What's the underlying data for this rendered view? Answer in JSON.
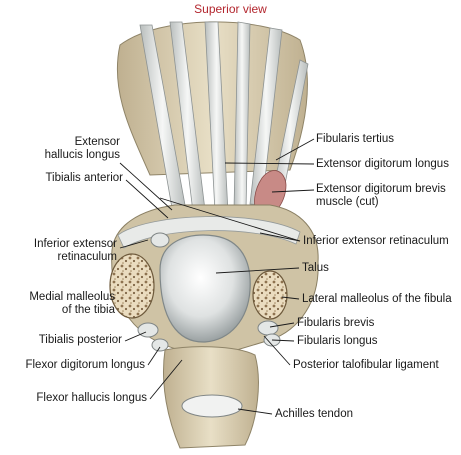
{
  "figure": {
    "view_title": "Superior view",
    "colors": {
      "bone": "#ddd3b8",
      "bone_shadow": "#b3a586",
      "tendon": "#eef0ee",
      "tendon_shadow": "#a8aeae",
      "muscle": "#c88a86",
      "cancellous": "#e9dcc0",
      "title": "#b3262e",
      "leader": "#1a1a1a"
    },
    "labels": {
      "extensor_hallucis_longus": "Extensor\nhallucis longus",
      "tibialis_anterior": "Tibialis anterior",
      "inferior_extensor_retinaculum_left": "Inferior extensor\nretinaculum",
      "medial_malleolus": "Medial malleolus\nof the tibia",
      "tibialis_posterior": "Tibialis posterior",
      "flexor_digitorum_longus": "Flexor digitorum longus",
      "flexor_hallucis_longus": "Flexor hallucis longus",
      "fibularis_tertius": "Fibularis tertius",
      "extensor_digitorum_longus": "Extensor digitorum longus",
      "extensor_digitorum_brevis": "Extensor digitorum brevis\nmuscle (cut)",
      "inferior_extensor_retinaculum_right": "Inferior extensor retinaculum",
      "talus": "Talus",
      "lateral_malleolus": "Lateral malleolus of the fibula",
      "fibularis_brevis": "Fibularis brevis",
      "fibularis_longus": "Fibularis longus",
      "posterior_talofibular_ligament": "Posterior talofibular ligament",
      "achilles_tendon": "Achilles tendon"
    }
  }
}
